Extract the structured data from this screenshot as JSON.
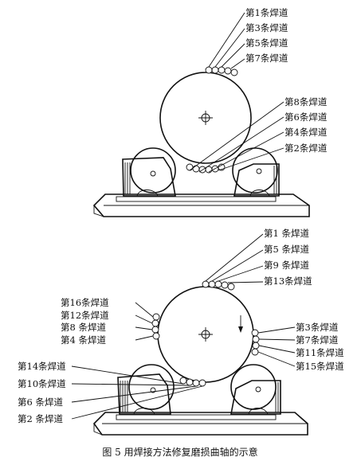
{
  "top_diagram": {
    "labels_top": [
      "第1条焊道",
      "第3条焊道",
      "第5条焊道",
      "第7条焊道"
    ],
    "labels_bottom": [
      "第8条焊道",
      "第6条焊道",
      "第4条焊道",
      "第2条焊道"
    ]
  },
  "bottom_diagram": {
    "labels_top": [
      "第1 条焊道",
      "第5 条焊道",
      "第9 条焊道",
      "第13条焊道"
    ],
    "labels_left": [
      "第16条焊道",
      "第12条焊道",
      "第8 条焊道",
      "第4 条焊道"
    ],
    "labels_right": [
      "第3条焊道",
      "第7条焊道",
      "第11条焊道",
      "第15条焊道"
    ],
    "labels_bottom_left": [
      "第14条焊道",
      "第10条焊道",
      "第6 条焊道",
      "第2 条焊道"
    ]
  },
  "caption": "图 5   用焊接方法修复磨损曲轴的示意"
}
